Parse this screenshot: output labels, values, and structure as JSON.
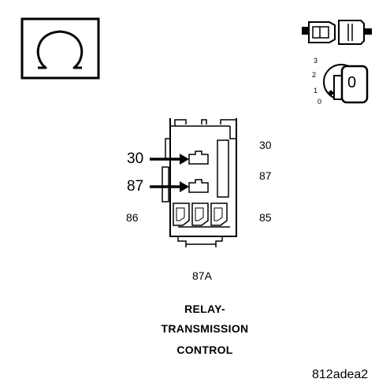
{
  "ohm_icon": {
    "symbol": "Ω",
    "icon": "ohmmeter-icon"
  },
  "connector_icon": {
    "icon": "connector-disconnect-icon"
  },
  "ignition_icon": {
    "icon": "ignition-key-icon",
    "positions": [
      "3",
      "2",
      "1",
      "0"
    ],
    "key_label": "0"
  },
  "relay": {
    "callout_left": [
      "30",
      "87"
    ],
    "right_labels": [
      "30",
      "87",
      "85"
    ],
    "left_label": "86",
    "bottom_label": "87A"
  },
  "title_lines": [
    "RELAY-",
    "TRANSMISSION",
    "CONTROL"
  ],
  "figure_id": "812adea2"
}
